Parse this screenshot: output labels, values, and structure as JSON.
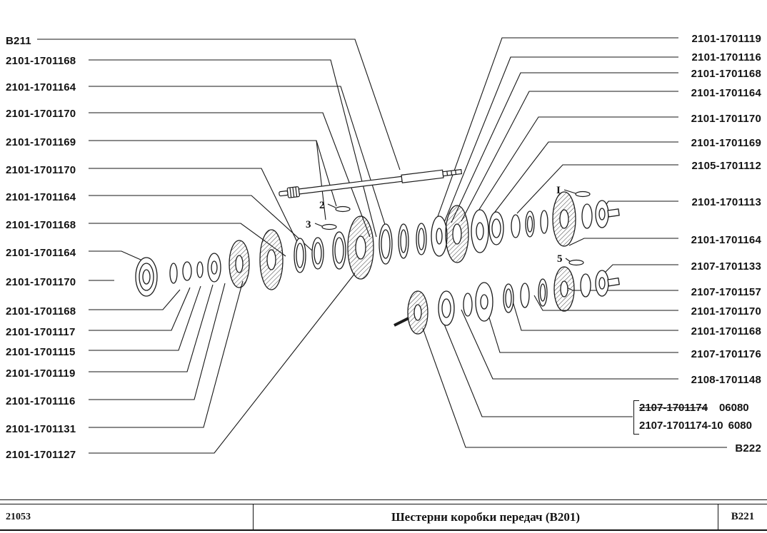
{
  "diagram": {
    "labels_left": [
      "B211",
      "2101-1701168",
      "2101-1701164",
      "2101-1701170",
      "2101-1701169",
      "2101-1701170",
      "2101-1701164",
      "2101-1701168",
      "2101-1701164",
      "2101-1701170",
      "2101-1701168",
      "2101-1701117",
      "2101-1701115",
      "2101-1701119",
      "2101-1701116",
      "2101-1701131",
      "2101-1701127"
    ],
    "labels_right": [
      "2101-1701119",
      "2101-1701116",
      "2101-1701168",
      "2101-1701164",
      "2101-1701170",
      "2101-1701169",
      "2105-1701112",
      "2101-1701113",
      "2101-1701164",
      "2107-1701133",
      "2107-1701157",
      "2101-1701170",
      "2101-1701168",
      "2107-1701176",
      "2108-1701148",
      "B222"
    ],
    "callouts": [
      "2",
      "3",
      "5",
      "I"
    ],
    "replacement_note": {
      "old_number": "2107-1701174",
      "old_code": "06080",
      "new_number": "2107-1701174-10",
      "new_code": "6080"
    }
  },
  "title_block": {
    "model": "21053",
    "title": "Шестерни коробки передач (В201)",
    "sheet": "B221"
  }
}
